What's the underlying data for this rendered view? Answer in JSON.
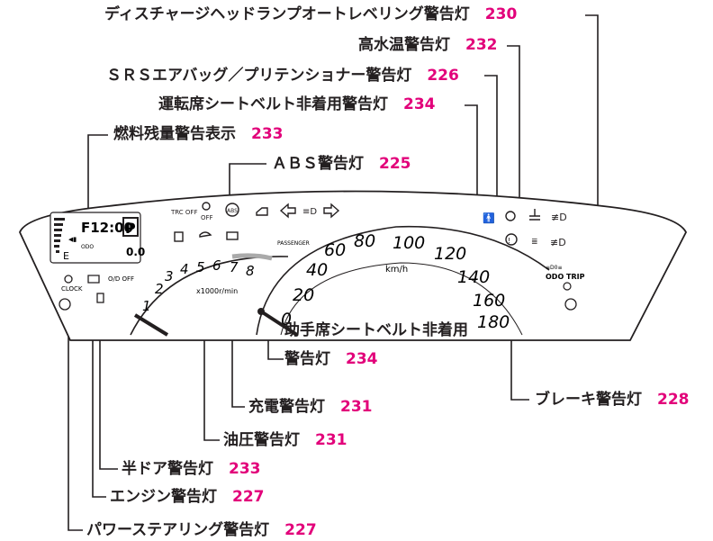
{
  "labels": {
    "discharge": {
      "text": "ディスチャージヘッドランプオートレベリング警告灯",
      "page": "230"
    },
    "coolant": {
      "text": "高水温警告灯",
      "page": "232"
    },
    "srs": {
      "text": "ＳＲＳエアバッグ／プリテンショナー警告灯",
      "page": "226"
    },
    "driver_belt": {
      "text": "運転席シートベルト非着用警告灯",
      "page": "234"
    },
    "fuel": {
      "text": "燃料残量警告表示",
      "page": "233"
    },
    "abs": {
      "text": "ＡＢＳ警告灯",
      "page": "225"
    },
    "passenger_belt": {
      "line1": "助手席シートベルト非着用",
      "line2": "警告灯",
      "page": "234"
    },
    "brake": {
      "text": "ブレーキ警告灯",
      "page": "228"
    },
    "charge": {
      "text": "充電警告灯",
      "page": "231"
    },
    "oil": {
      "text": "油圧警告灯",
      "page": "231"
    },
    "door": {
      "text": "半ドア警告灯",
      "page": "233"
    },
    "engine": {
      "text": "エンジン警告灯",
      "page": "227"
    },
    "power_steering": {
      "text": "パワーステアリング警告灯",
      "page": "227"
    }
  },
  "cluster": {
    "clock": "F12:00",
    "gear": "P",
    "odo_label": "ODO",
    "odo_value": "0.0",
    "fuel_e": "E",
    "passenger_text": "PASSENGER",
    "trc_off": "TRC OFF",
    "off": "OFF",
    "od_off": "O/D OFF",
    "clock_btn": "CLOCK",
    "odo_trip": "ODO TRIP",
    "tach_unit": "x1000r/min",
    "speed_unit": "km/h",
    "tach_numbers": [
      "1",
      "2",
      "3",
      "4",
      "5",
      "6",
      "7",
      "8"
    ],
    "speed_numbers": [
      "0",
      "20",
      "40",
      "60",
      "80",
      "100",
      "120",
      "140",
      "160",
      "180"
    ]
  }
}
